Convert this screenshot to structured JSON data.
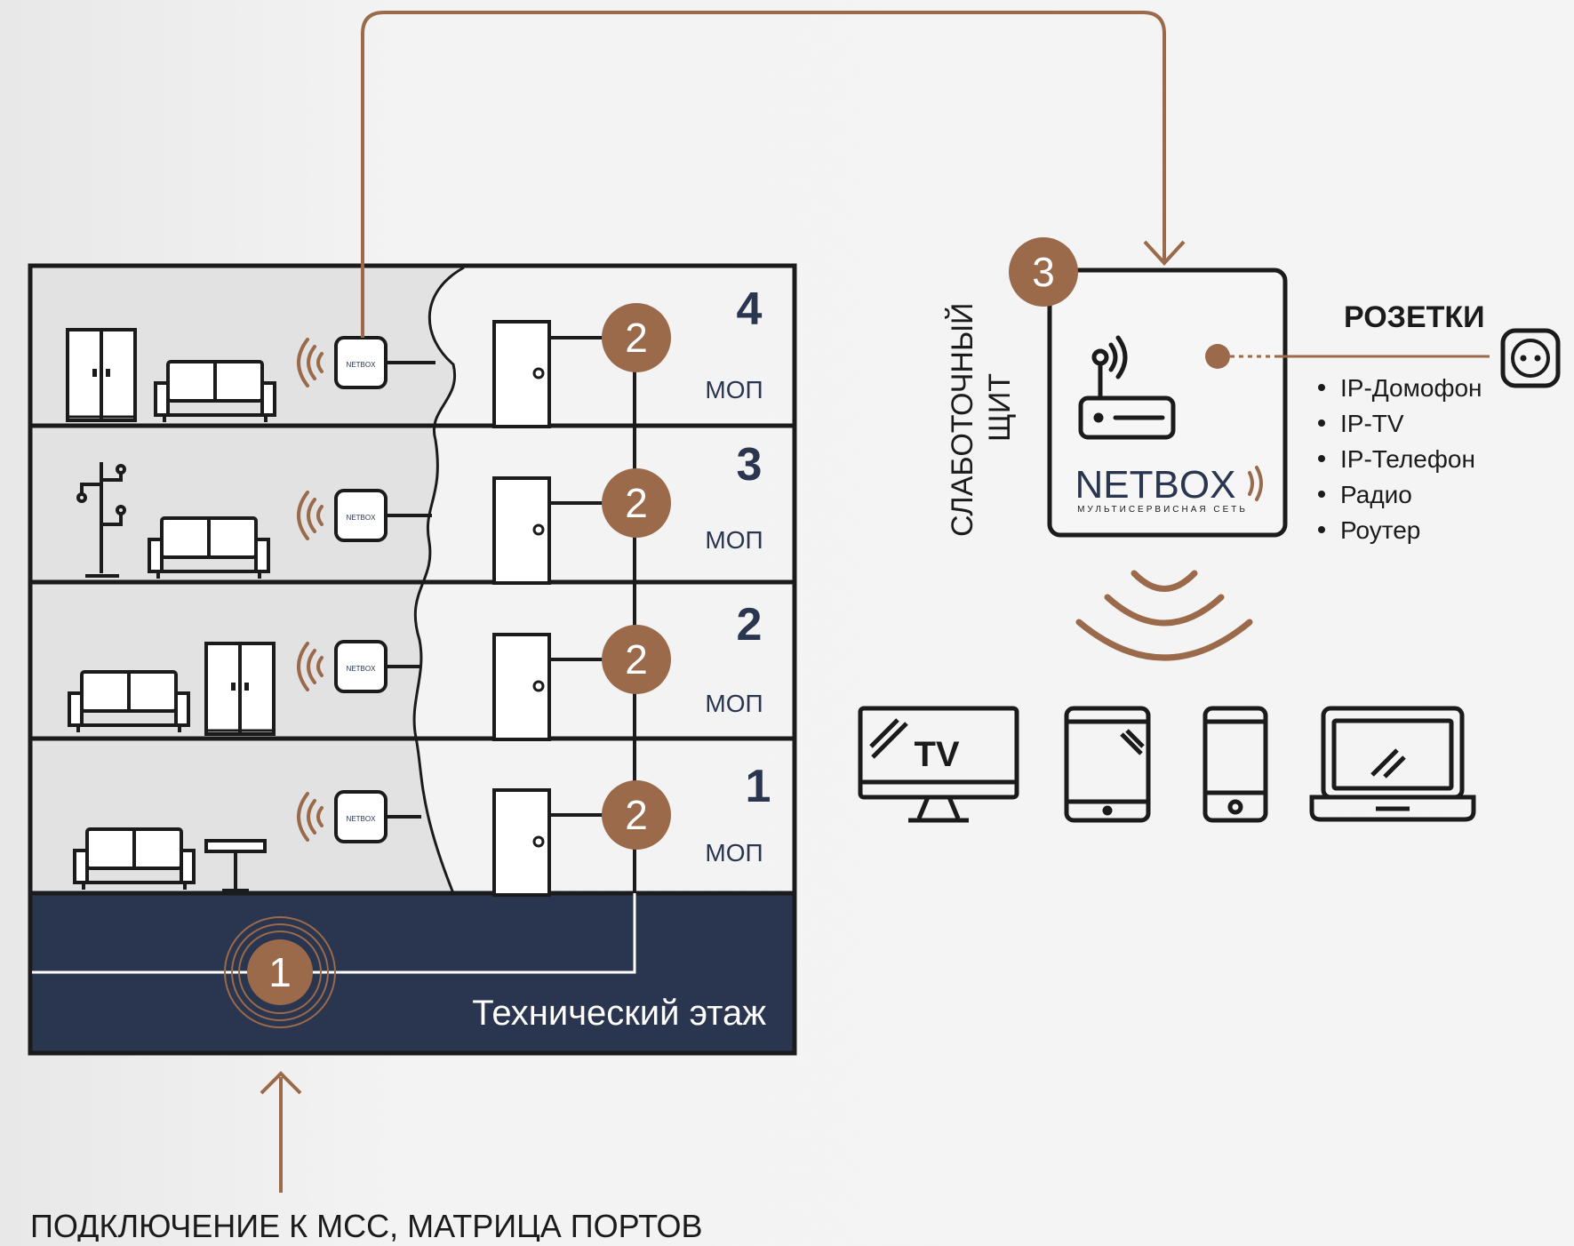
{
  "colors": {
    "brown": "#9a6a4b",
    "navy": "#2a3550",
    "ink": "#1b1b1b",
    "room_left": "#e2e2e2",
    "room_right": "#f4f4f4"
  },
  "building": {
    "floors": [
      {
        "number": "4",
        "label": "МОП",
        "marker": "2"
      },
      {
        "number": "3",
        "label": "МОП",
        "marker": "2"
      },
      {
        "number": "2",
        "label": "МОП",
        "marker": "2"
      },
      {
        "number": "1",
        "label": "МОП",
        "marker": "2"
      }
    ],
    "device_label": "NETBOX",
    "tech_floor": {
      "label": "Технический этаж",
      "marker": "1"
    }
  },
  "connection_caption": "ПОДКЛЮЧЕНИЕ К МСС, МАТРИЦА ПОРТОВ",
  "panel": {
    "marker": "3",
    "vertical_label_line1": "СЛАБОТОЧНЫЙ",
    "vertical_label_line2": "ЩИТ",
    "brand": "NETBOX",
    "brand_sub": "МУЛЬТИСЕРВИСНАЯ СЕТЬ"
  },
  "sockets": {
    "title": "РОЗЕТКИ",
    "items": [
      "IP-Домофон",
      "IP-TV",
      "IP-Телефон",
      "Радио",
      "Роутер"
    ]
  },
  "devices": {
    "tv_label": "TV",
    "icons": [
      "tv-icon",
      "tablet-icon",
      "smartphone-icon",
      "laptop-icon"
    ]
  }
}
